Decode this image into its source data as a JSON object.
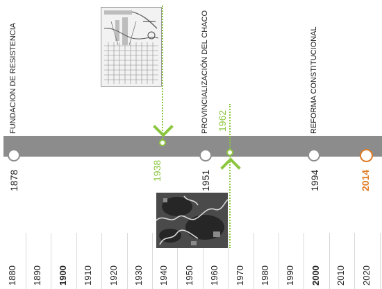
{
  "colors": {
    "band": "#8c8c8c",
    "text": "#222222",
    "accent_green": "#8cc63f",
    "accent_orange": "#e07b24",
    "grid": "#d9d9d9",
    "node_fill": "#ffffff",
    "node_border": "#8c8c8c"
  },
  "events": {
    "fundacion": {
      "label": "FUNDACION DE RESISTENCIA",
      "year": "1878"
    },
    "provincializacion": {
      "label": "PROVINCIALIZACIÓN DEL CHACO",
      "year": "1951"
    },
    "reforma": {
      "label": "REFORMA CONSTITUCIONAL",
      "year": "1994"
    },
    "current": {
      "year": "2014"
    }
  },
  "markers": {
    "plan": {
      "year": "1938",
      "icon": "city-plan-map-image"
    },
    "aerial": {
      "year": "1962",
      "icon": "aerial-photo-image"
    }
  },
  "axis": {
    "labels": [
      {
        "text": "1880",
        "bold": false
      },
      {
        "text": "1890",
        "bold": false
      },
      {
        "text": "1900",
        "bold": true
      },
      {
        "text": "1910",
        "bold": false
      },
      {
        "text": "1920",
        "bold": false
      },
      {
        "text": "1930",
        "bold": false
      },
      {
        "text": "1940",
        "bold": false
      },
      {
        "text": "1950",
        "bold": false
      },
      {
        "text": "1960",
        "bold": false
      },
      {
        "text": "1970",
        "bold": false
      },
      {
        "text": "1980",
        "bold": false
      },
      {
        "text": "1990",
        "bold": false
      },
      {
        "text": "2000",
        "bold": true
      },
      {
        "text": "2010",
        "bold": false
      },
      {
        "text": "2020",
        "bold": false
      }
    ]
  }
}
